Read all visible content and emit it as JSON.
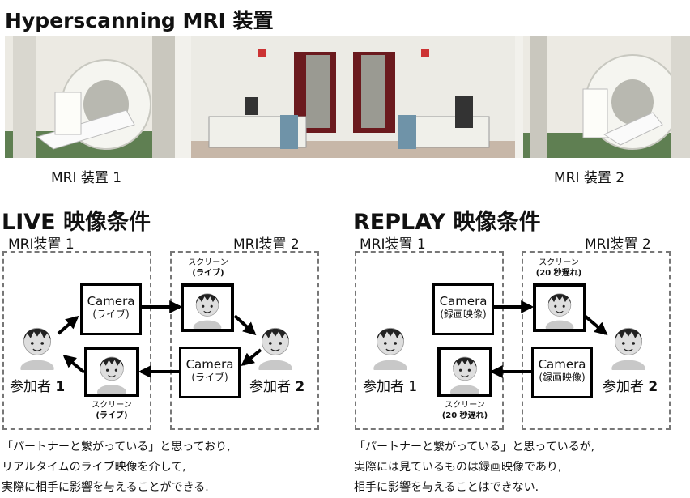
{
  "header": {
    "title": "Hyperscanning MRI 装置"
  },
  "photo": {
    "label_left": "MRI 装置 1",
    "label_right": "MRI 装置 2"
  },
  "live": {
    "title": "LIVE 映像条件",
    "room1": "MRI装置 1",
    "room2": "MRI装置 2",
    "camera1": {
      "name": "Camera",
      "mode": "(ライブ)"
    },
    "camera2": {
      "name": "Camera",
      "mode": "(ライブ)"
    },
    "screen_top": {
      "name": "スクリーン",
      "mode": "(ライブ)"
    },
    "screen_bottom": {
      "name": "スクリーン",
      "mode": "(ライブ)"
    },
    "participant1": {
      "label": "参加者",
      "num": "1"
    },
    "participant2": {
      "label": "参加者",
      "num": "2"
    },
    "caption": [
      "「パートナーと繋がっている」と思っており,",
      "リアルタイムのライブ映像を介して,",
      "実際に相手に影響を与えることができる."
    ]
  },
  "replay": {
    "title": "REPLAY 映像条件",
    "room1": "MRI装置 1",
    "room2": "MRI装置 2",
    "camera1": {
      "name": "Camera",
      "mode": "(録画映像)"
    },
    "camera2": {
      "name": "Camera",
      "mode": "(録画映像)"
    },
    "screen_top": {
      "name": "スクリーン",
      "mode": "(20 秒遅れ)"
    },
    "screen_bottom": {
      "name": "スクリーン",
      "mode": "(20 秒遅れ)"
    },
    "participant1": {
      "label": "参加者",
      "num": "1"
    },
    "participant2": {
      "label": "参加者",
      "num": "2"
    },
    "caption": [
      "「パートナーと繋がっている」と思っているが,",
      "実際には見ているものは録画映像であり,",
      "相手に影響を与えることはできない."
    ]
  },
  "colors": {
    "floor_green": "#5f7f52",
    "wall": "#e8e6e0",
    "door": "#6b1a1e",
    "dash": "#777777",
    "face_skin": "#d6d6d6",
    "hair": "#222222"
  }
}
